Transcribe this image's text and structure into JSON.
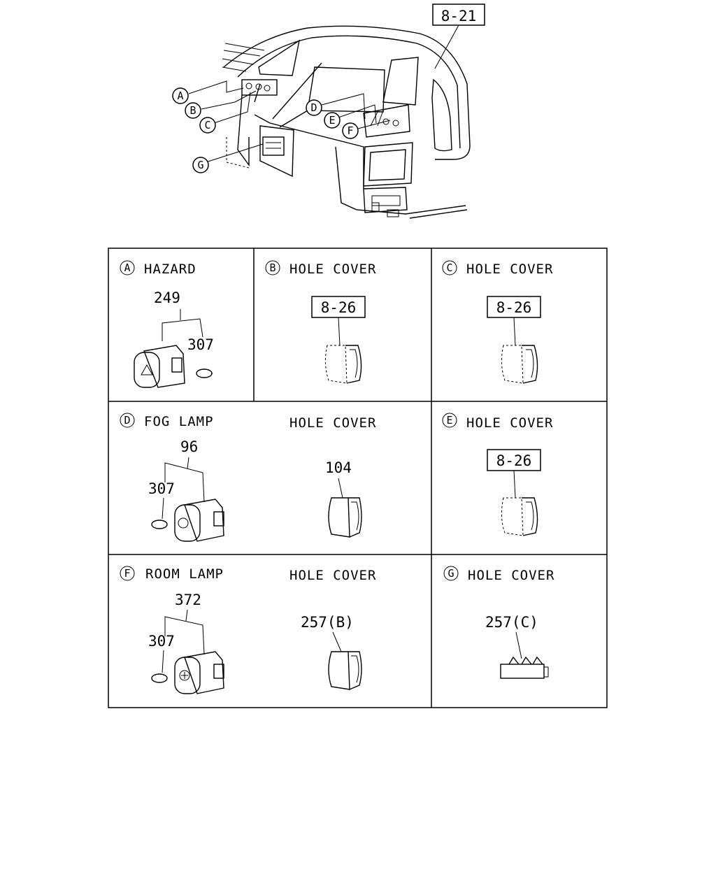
{
  "overview": {
    "ref_box": "8-21",
    "callouts": [
      "A",
      "B",
      "C",
      "D",
      "E",
      "F",
      "G"
    ]
  },
  "panels": {
    "A": {
      "letter": "A",
      "title": "HAZARD",
      "parts": [
        "249",
        "307"
      ]
    },
    "B": {
      "letter": "B",
      "title": "HOLE COVER",
      "ref": "8-26"
    },
    "C": {
      "letter": "C",
      "title": "HOLE COVER",
      "ref": "8-26"
    },
    "D": {
      "letter": "D",
      "title": "FOG LAMP",
      "parts": [
        "96",
        "307"
      ],
      "sub_title": "HOLE COVER",
      "sub_part": "104"
    },
    "E": {
      "letter": "E",
      "title": "HOLE COVER",
      "ref": "8-26"
    },
    "F": {
      "letter": "F",
      "title": "ROOM LAMP",
      "parts": [
        "372",
        "307"
      ],
      "sub_title": "HOLE COVER",
      "sub_part": "257(B)"
    },
    "G": {
      "letter": "G",
      "title": "HOLE COVER",
      "part": "257(C)"
    }
  }
}
